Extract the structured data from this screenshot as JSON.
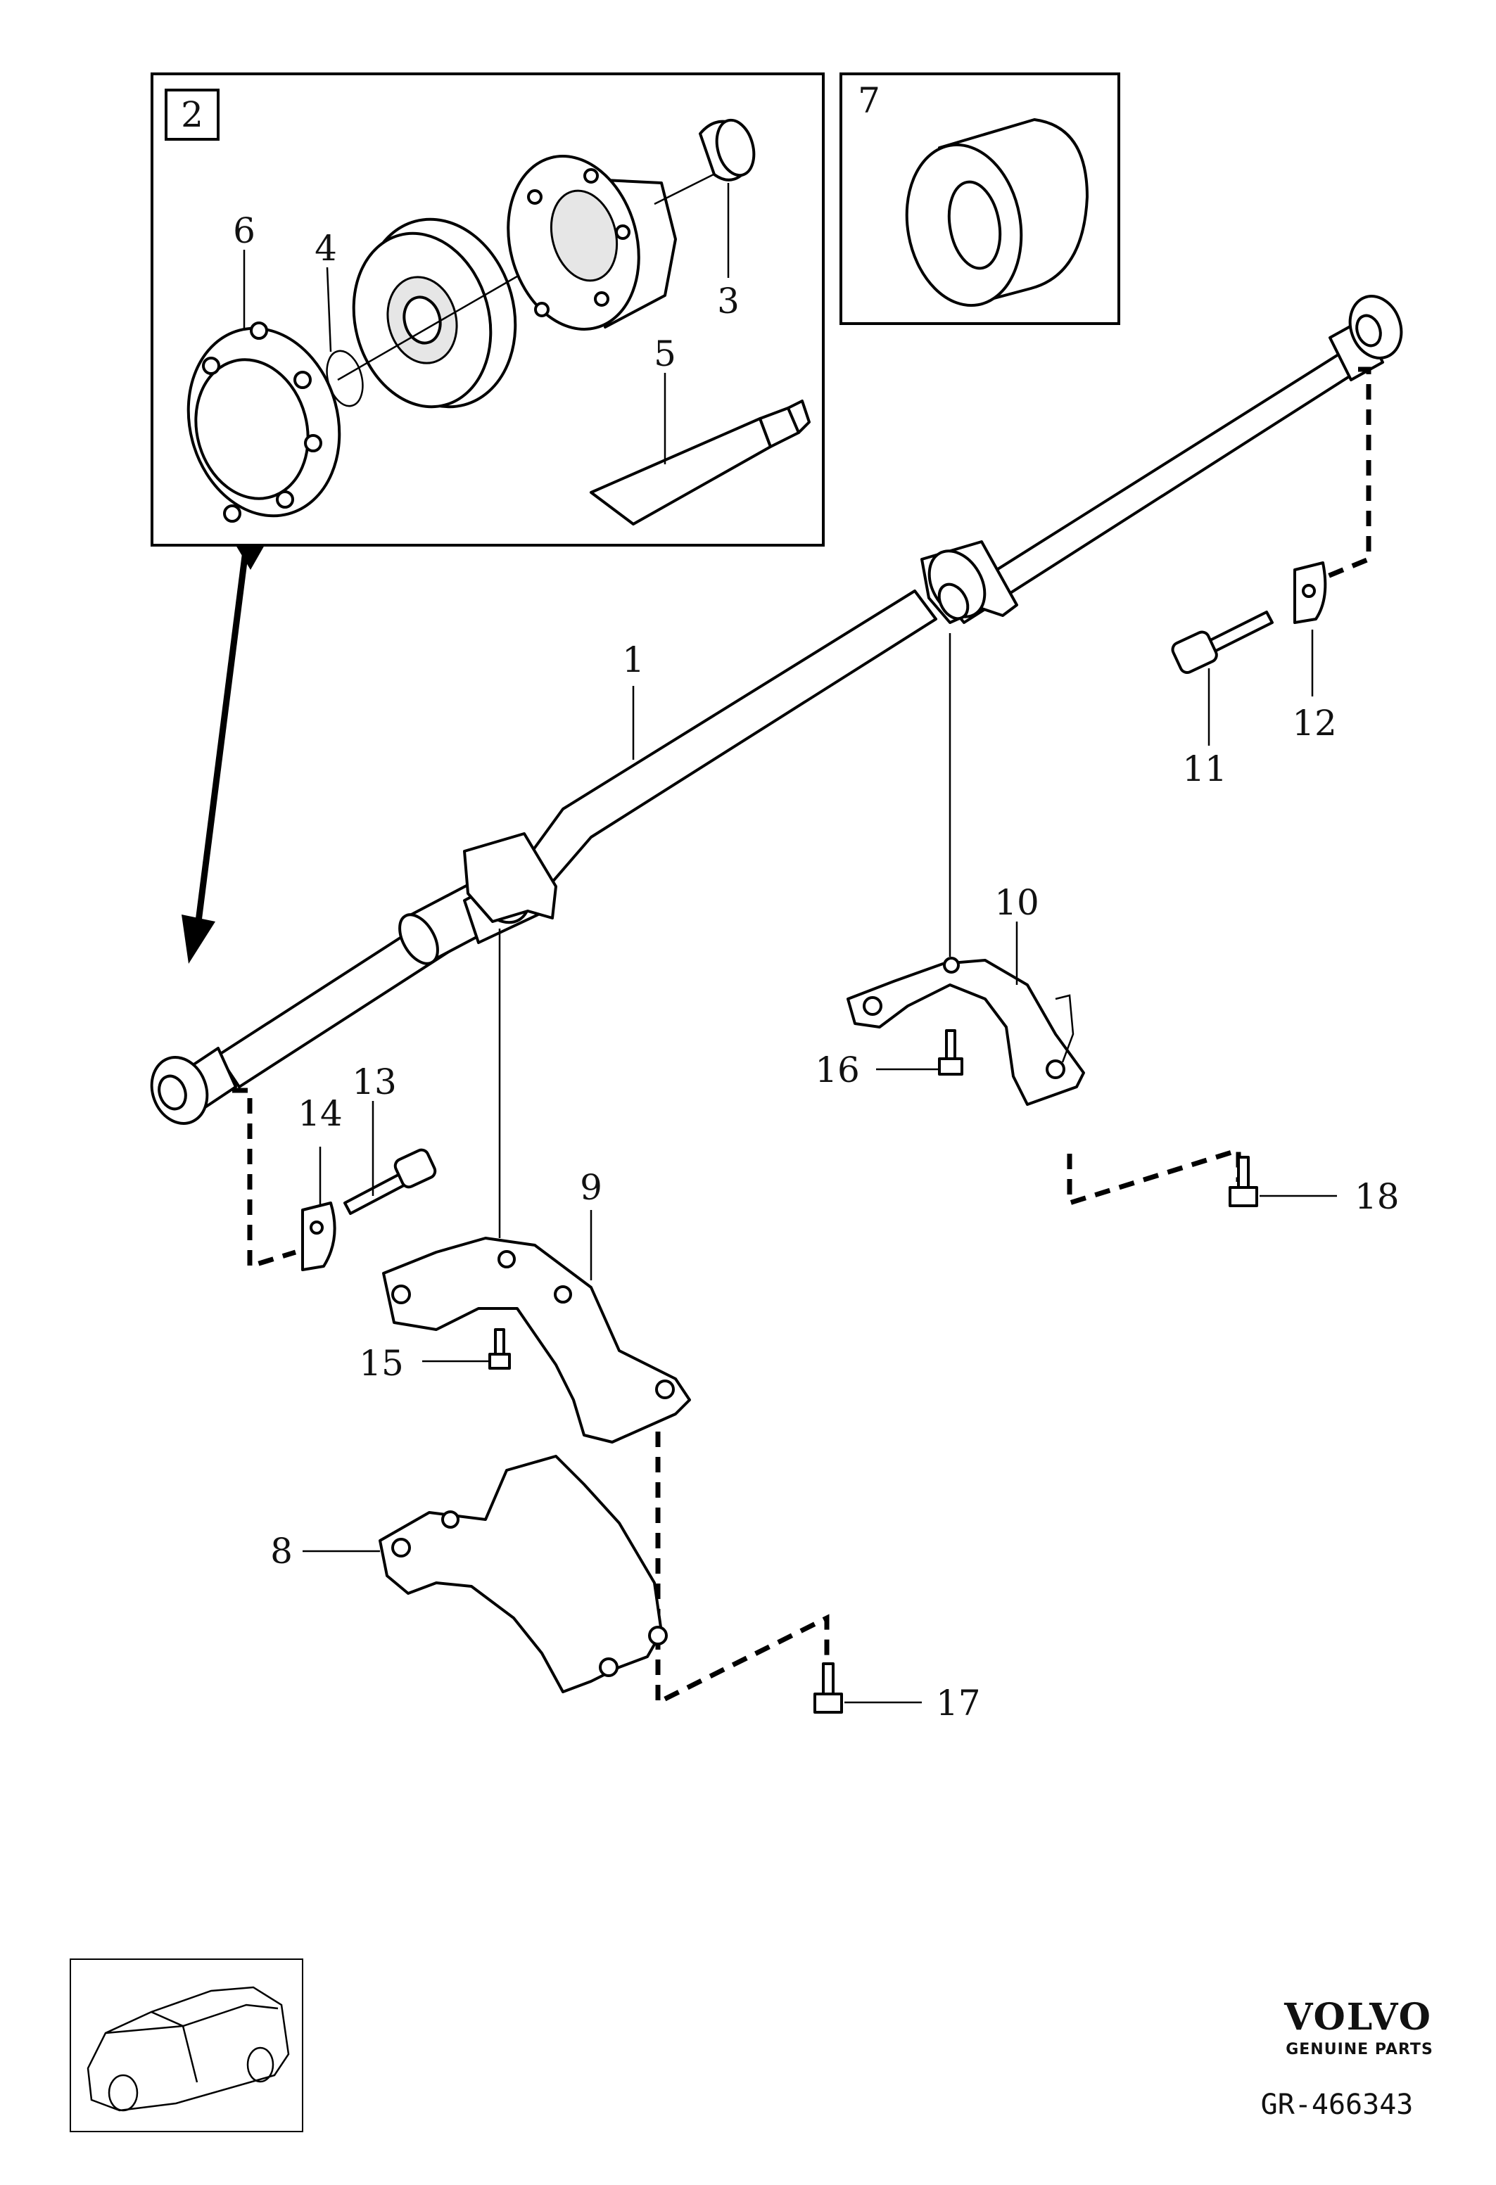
{
  "diagram": {
    "reference_code": "GR-466343",
    "brand": {
      "name": "VOLVO",
      "tagline": "GENUINE PARTS"
    },
    "callouts": {
      "c1": "1",
      "c2": "2",
      "c3": "3",
      "c4": "4",
      "c5": "5",
      "c6": "6",
      "c7": "7",
      "c8": "8",
      "c9": "9",
      "c10": "10",
      "c11": "11",
      "c12": "12",
      "c13": "13",
      "c14": "14",
      "c15": "15",
      "c16": "16",
      "c17": "17",
      "c18": "18"
    }
  }
}
